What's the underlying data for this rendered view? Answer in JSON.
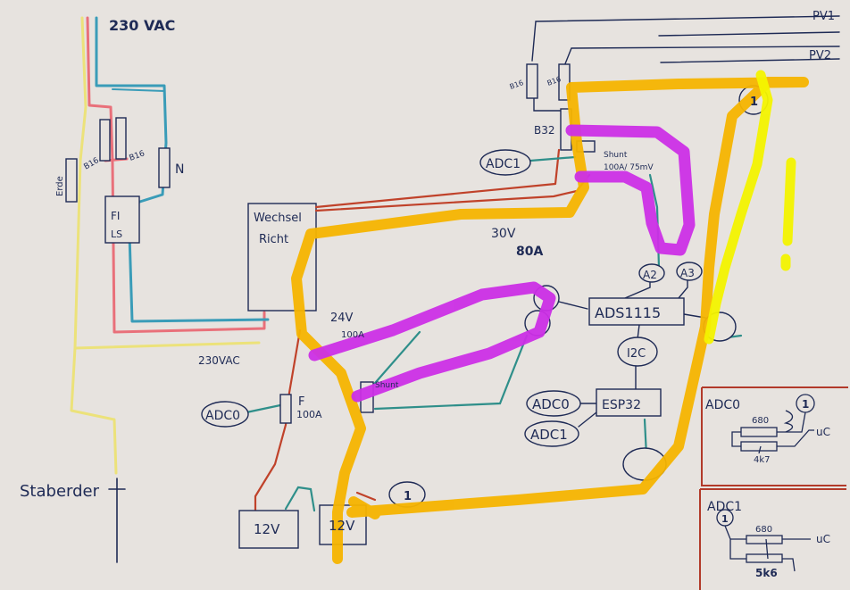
{
  "labels": {
    "mains_top": "230 VAC",
    "mains_bottom": "230VAC",
    "erde": "Erde",
    "b16_left": "B16",
    "b16_right": "B16",
    "n": "N",
    "fi_ls_line1": "FI",
    "fi_ls_line2": "LS",
    "inverter_line1": "Wechsel",
    "inverter_line2": "Richt",
    "staberder": "Staberder",
    "pv1": "PV1",
    "pv2": "PV2",
    "pv_b16_a": "B16",
    "pv_b16_b": "B16",
    "b32": "B32",
    "adc1_shunt": "ADC1",
    "shunt_top_line1": "Shunt",
    "shunt_top_line2": "100A/ 75mV",
    "bus_30v": "30V",
    "bus_80a": "80A",
    "bus_24v": "24V",
    "bus_100a": "100A",
    "shunt_bottom": "Shunt",
    "fuse_f": "F",
    "fuse_100a": "100A",
    "adc0_fuse": "ADC0",
    "a2": "A2",
    "a3": "A3",
    "ads1115": "ADS1115",
    "i2c": "I2C",
    "esp32": "ESP32",
    "adc0_esp": "ADC0",
    "adc1_esp": "ADC1",
    "battery_left": "12V",
    "battery_right": "12V",
    "one_batt": "1",
    "one_pv": "1",
    "excl": "!",
    "inset_adc0": "ADC0",
    "inset_adc0_one": "1",
    "inset_adc0_r1": "680",
    "inset_adc0_r2": "4k7",
    "inset_adc0_uc": "uC",
    "inset_adc1": "ADC1",
    "inset_adc1_one": "1",
    "inset_adc1_r1": "680",
    "inset_adc1_r2": "5k6",
    "inset_adc1_uc": "uC"
  },
  "colors": {
    "paper": "#e7e3df",
    "ink": "#1e2a55",
    "mains_red": "#e9707a",
    "mains_blue": "#3a9cb8",
    "earth_yellow": "#ece27a",
    "dc_red": "#c0422a",
    "signal_teal": "#2f8f8a",
    "marker_orange": "#f6b400",
    "marker_purple": "#cc2fe6",
    "marker_yellow": "#f4f400",
    "inset_red": "#b23a2a"
  }
}
